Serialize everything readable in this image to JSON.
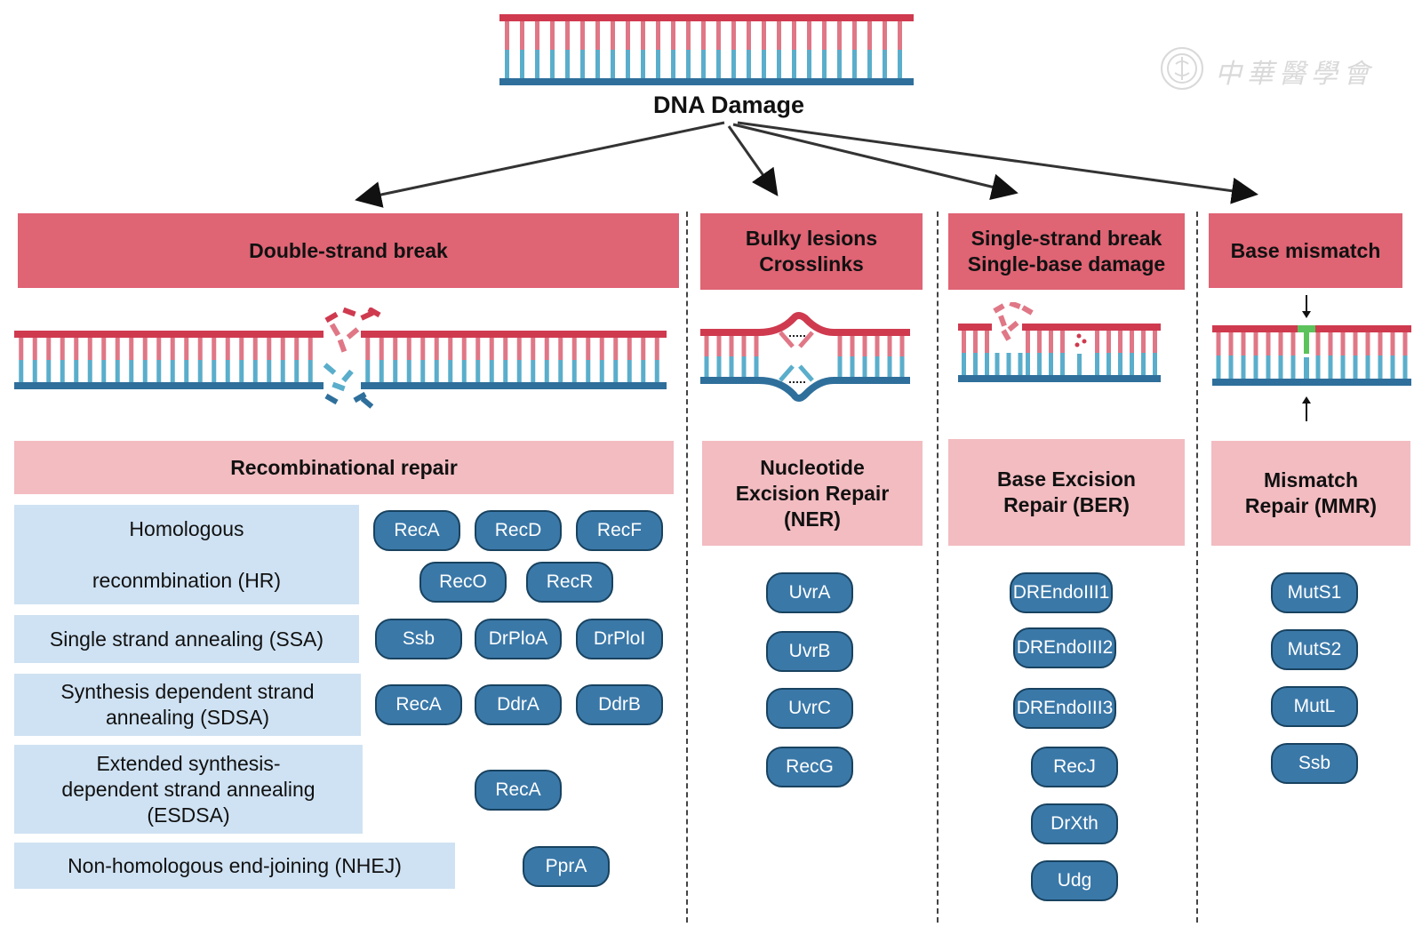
{
  "title": "DNA Damage",
  "watermark": {
    "text": "中華醫學會"
  },
  "colors": {
    "strand_top": "#cf3a4f",
    "strand_bottom": "#2f6f9b",
    "base_red": "#e07786",
    "base_blue": "#5aaecb",
    "category_bg": "#df6474",
    "pathway_bg": "#f2bcc1",
    "mechanism_bg": "#cfe2f3",
    "pill_bg": "#3a78a8",
    "mismatch_green": "#5cc25c"
  },
  "columns": [
    {
      "category": "Double-strand break",
      "pathway": "Recombinational repair",
      "mechanisms": [
        {
          "name": "Homologous\n\nreconmbination (HR)",
          "proteins": [
            "RecA",
            "RecD",
            "RecF",
            "RecO",
            "RecR"
          ]
        },
        {
          "name": "Single strand annealing (SSA)",
          "proteins": [
            "Ssb",
            "DrPloA",
            "DrPloI"
          ]
        },
        {
          "name": "Synthesis dependent strand\nannealing (SDSA)",
          "proteins": [
            "RecA",
            "DdrA",
            "DdrB"
          ]
        },
        {
          "name": "Extended synthesis-\ndependent strand annealing\n(ESDSA)",
          "proteins": [
            "RecA"
          ]
        },
        {
          "name": "Non-homologous end-joining (NHEJ)",
          "proteins": [
            "PprA"
          ]
        }
      ]
    },
    {
      "category": "Bulky lesions\nCrosslinks",
      "pathway": "Nucleotide\nExcision Repair\n(NER)",
      "proteins": [
        "UvrA",
        "UvrB",
        "UvrC",
        "RecG"
      ]
    },
    {
      "category": "Single-strand break\nSingle-base damage",
      "pathway": "Base Excision\nRepair (BER)",
      "proteins": [
        "DREndoIII1",
        "DREndoIII2",
        "DREndoIII3",
        "RecJ",
        "DrXth",
        "Udg"
      ]
    },
    {
      "category": "Base mismatch",
      "pathway": "Mismatch\nRepair (MMR)",
      "proteins": [
        "MutS1",
        "MutS2",
        "MutL",
        "Ssb"
      ]
    }
  ]
}
